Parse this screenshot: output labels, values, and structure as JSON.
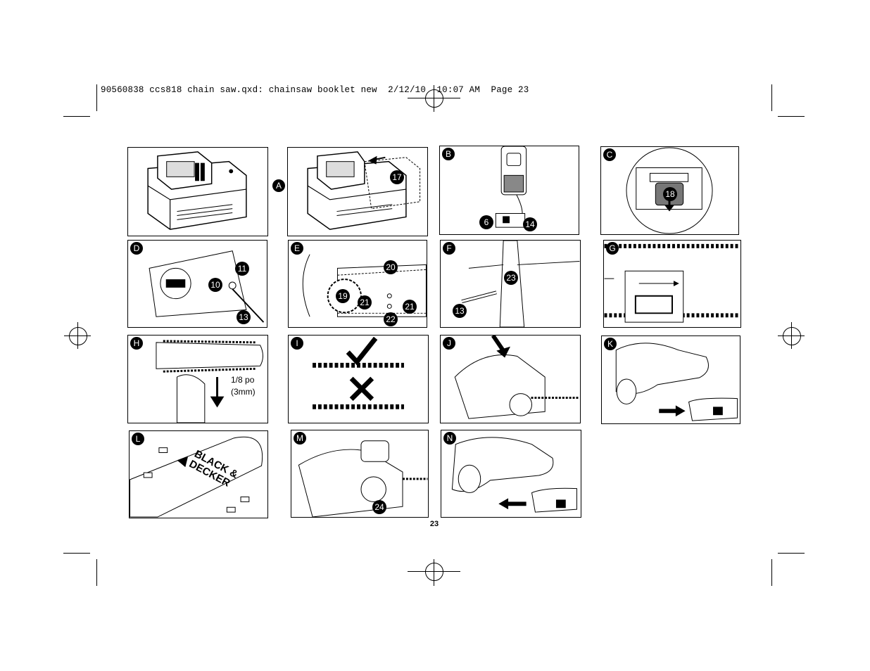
{
  "slug_line": "90560838 ccs818 chain saw.qxd: chainsaw booklet new  2/12/10  10:07 AM  Page 23",
  "page_number": "23",
  "figures": {
    "a": {
      "letter": "A",
      "callouts": [
        "17"
      ]
    },
    "b": {
      "letter": "B",
      "callouts": [
        "6",
        "14"
      ]
    },
    "c": {
      "letter": "C",
      "callouts": [
        "18"
      ]
    },
    "d": {
      "letter": "D",
      "callouts": [
        "11",
        "10",
        "13"
      ]
    },
    "e": {
      "letter": "E",
      "callouts": [
        "20",
        "19",
        "21",
        "21",
        "22"
      ]
    },
    "f": {
      "letter": "F",
      "callouts": [
        "23",
        "13"
      ]
    },
    "g": {
      "letter": "G"
    },
    "h": {
      "letter": "H",
      "note_line1": "1/8 po",
      "note_line2": "(3mm)"
    },
    "i": {
      "letter": "I"
    },
    "j": {
      "letter": "J"
    },
    "k": {
      "letter": "K"
    },
    "l": {
      "letter": "L",
      "logo_text": "BLACK & DECKER"
    },
    "m": {
      "letter": "M",
      "callouts": [
        "24"
      ]
    },
    "n": {
      "letter": "N"
    }
  }
}
